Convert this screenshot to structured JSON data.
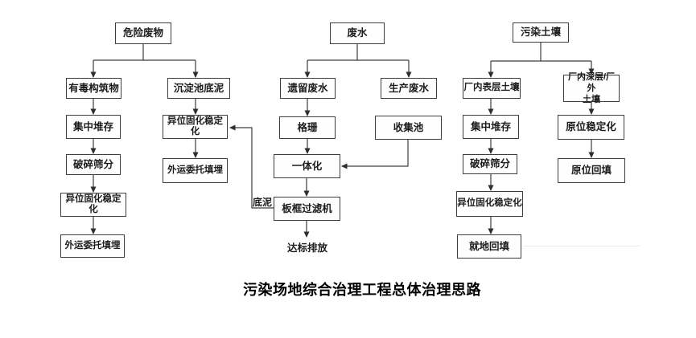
{
  "title": "污染场地综合治理工程总体治理思路",
  "sections": {
    "hazardous_waste": {
      "root": "危险废物",
      "toxic_structures": "有毒构筑物",
      "centralized_storage": "集中堆存",
      "crush_screening": "破碎筛分",
      "exsitu_solidification": "异位固化稳定化",
      "offsite_landfill": "外运委托填埋",
      "sedimentation_sludge": "沉淀池底泥",
      "exsitu_solidification2": "异位固化稳定化",
      "offsite_landfill2": "外运委托填埋"
    },
    "wastewater": {
      "root": "废水",
      "legacy_wastewater": "遗留废水",
      "production_wastewater": "生产废水",
      "grille": "格珊",
      "collection_pool": "收集池",
      "integrated_unit": "一体化",
      "plate_frame_filter": "板框过滤机",
      "discharge": "达标排放",
      "sludge_label": "底泥"
    },
    "soil": {
      "root": "污染土壤",
      "surface_soil": "厂内表层土壤",
      "deep_soil_line1": "厂内深层/厂外",
      "deep_soil_line2": "土壤",
      "centralized_storage": "集中堆存",
      "insitu_stabilization": "原位稳定化",
      "crush_screening": "破碎筛分",
      "insitu_backfill": "原位回填",
      "exsitu_solidification": "异位固化稳定化",
      "onsite_backfill": "就地回填"
    }
  }
}
